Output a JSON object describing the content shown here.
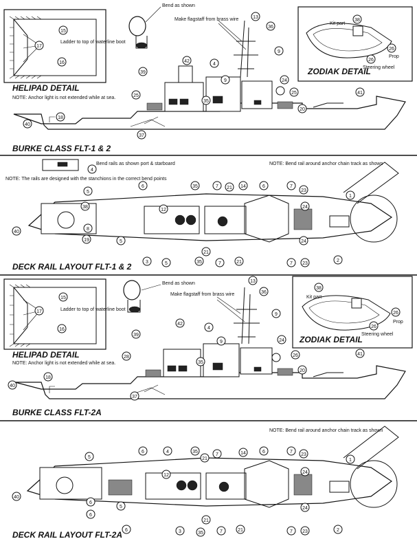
{
  "panel1": {
    "helipad_title": "HELIPAD DETAIL",
    "helipad_ladder_note": "Ladder to top of waterline boot",
    "helipad_callouts": [
      "15",
      "17",
      "16"
    ],
    "radar_note": "Bend as shown",
    "flagstaff_note": "Make flagstaff from brass wire",
    "zodiak_title": "ZODIAK DETAIL",
    "zodiak_kit_part": "Kit part",
    "zodiak_prop": "Prop",
    "zodiak_steering": "Steering wheel",
    "zodiak_callouts": [
      "38",
      "26",
      "26"
    ],
    "anchor_note": "NOTE: Anchor light is not extended while at sea.",
    "profile_callouts": [
      "13",
      "36",
      "9",
      "42",
      "4",
      "39",
      "9",
      "24",
      "25",
      "25",
      "35",
      "20",
      "41",
      "40",
      "18",
      "37"
    ],
    "section_title": "BURKE CLASS FLT-1 & 2"
  },
  "panel2": {
    "bend_rails_note": "Bend rails as shown port & starboard",
    "rails_note": "NOTE: The rails are designed with the stanchions in the correct bend points",
    "chain_note": "NOTE: Bend rail around anchor chain track as shown",
    "callouts": [
      "4",
      "5",
      "6",
      "12",
      "35",
      "7",
      "21",
      "14",
      "6",
      "7",
      "23",
      "1",
      "38",
      "40",
      "8",
      "19",
      "5",
      "24",
      "24",
      "3",
      "5",
      "35",
      "21",
      "7",
      "21",
      "7",
      "23",
      "2"
    ],
    "section_title": "DECK RAIL LAYOUT FLT-1 & 2"
  },
  "panel3": {
    "helipad_title": "HELIPAD DETAIL",
    "helipad_ladder_note": "Ladder to top of waterline boot",
    "helipad_callouts": [
      "15",
      "17",
      "16"
    ],
    "radar_note": "Bend as shown",
    "flagstaff_note": "Make flagstaff from brass wire",
    "zodiak_title": "ZODIAK DETAIL",
    "zodiak_kit_part": "Kit part",
    "zodiak_prop": "Prop",
    "zodiak_steering": "Steering wheel",
    "zodiak_callouts": [
      "38",
      "26",
      "26"
    ],
    "anchor_note": "NOTE: Anchor light is not extended while at sea.",
    "profile_callouts": [
      "13",
      "36",
      "9",
      "42",
      "4",
      "39",
      "9",
      "24",
      "28",
      "35",
      "26",
      "20",
      "41",
      "40",
      "18",
      "37"
    ],
    "section_title": "BURKE CLASS FLT-2A"
  },
  "panel4": {
    "chain_note": "NOTE: Bend rail around anchor chain track as shown",
    "callouts": [
      "5",
      "6",
      "4",
      "35",
      "21",
      "7",
      "14",
      "6",
      "7",
      "23",
      "1",
      "40",
      "12",
      "6",
      "5",
      "24",
      "24",
      "6",
      "6",
      "3",
      "35",
      "21",
      "7",
      "21",
      "7",
      "23",
      "2"
    ],
    "section_title": "DECK RAIL LAYOUT FLT-2A"
  }
}
